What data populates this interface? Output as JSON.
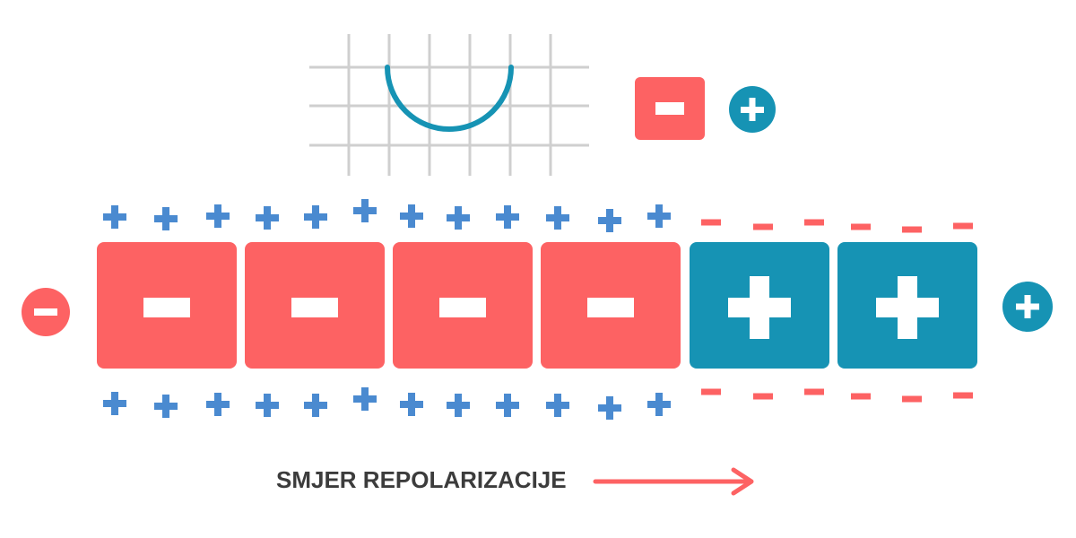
{
  "colors": {
    "negative": "#fd6263",
    "positive": "#1693b4",
    "ion_plus": "#4a8ad0",
    "grid": "#cfcfcf",
    "caption": "#3c3c3c"
  },
  "caption": {
    "text": "SMJER REPOLARIZACIJE"
  },
  "segments": [
    {
      "sign": "negative"
    },
    {
      "sign": "negative"
    },
    {
      "sign": "negative"
    },
    {
      "sign": "negative"
    },
    {
      "sign": "positive"
    },
    {
      "sign": "positive"
    }
  ],
  "electrodes": {
    "left": "negative",
    "right": "positive"
  },
  "legend": {
    "tile": "negative",
    "badge": "positive"
  },
  "ions": {
    "repolarized_side": "positive",
    "resting_side": "negative",
    "plus_count_per_row": 12,
    "minus_count_per_row": 6
  },
  "icons": {
    "electrode_left": "minus-circle-icon",
    "electrode_right": "plus-circle-icon",
    "direction": "arrow-right-icon",
    "galvanometer": "galvanometer-grid-icon"
  }
}
